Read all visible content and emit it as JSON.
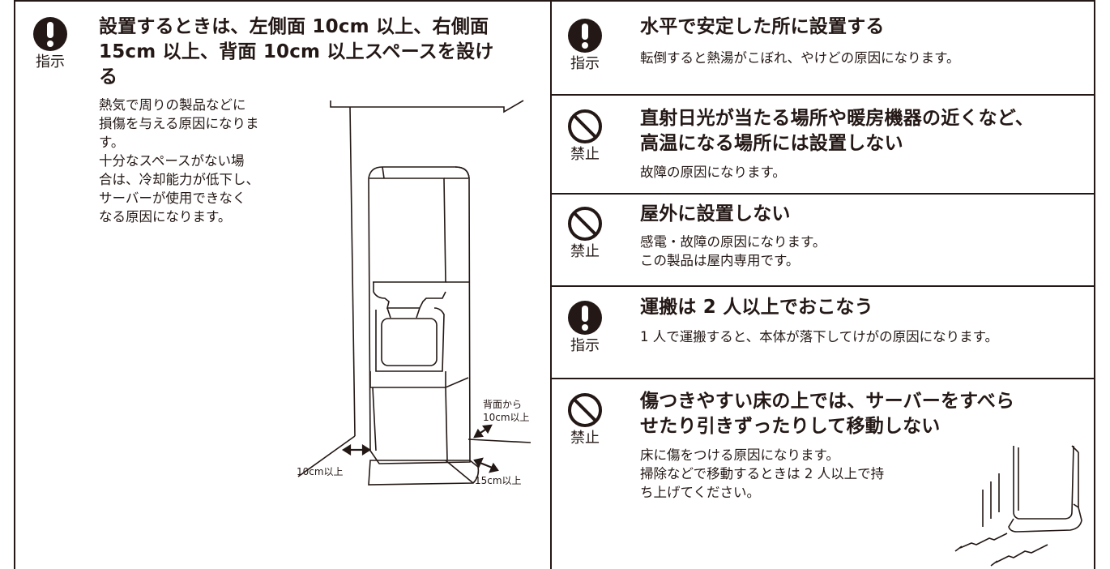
{
  "left": {
    "icon_caption": "指示",
    "title_lines": [
      "設置するときは、左側面 10cm 以上、右側面",
      "15cm 以上、背面 10cm 以上スペースを設け",
      "る"
    ],
    "desc_lines": [
      "熱気で周りの製品などに",
      "損傷を与える原因になりま",
      "す。",
      "十分なスペースがない場",
      "合は、冷却能力が低下し、",
      "サーバーが使用できなく",
      "なる原因になります。"
    ],
    "illustration": {
      "label_back": [
        "背面から",
        "10cm以上"
      ],
      "label_left": "10cm以上",
      "label_right": "15cm以上"
    }
  },
  "sections": [
    {
      "icon": "mandatory-instruction-icon",
      "icon_caption": "指示",
      "title_lines": [
        "水平で安定した所に設置する"
      ],
      "desc_lines": [
        "転倒すると熱湯がこぼれ、やけどの原因になります。"
      ]
    },
    {
      "icon": "prohibition-icon",
      "icon_caption": "禁止",
      "title_lines": [
        "直射日光が当たる場所や暖房機器の近くなど、",
        "高温になる場所には設置しない"
      ],
      "desc_lines": [
        "故障の原因になります。"
      ]
    },
    {
      "icon": "prohibition-icon",
      "icon_caption": "禁止",
      "title_lines": [
        "屋外に設置しない"
      ],
      "desc_lines": [
        "感電・故障の原因になります。",
        "この製品は屋内専用です。"
      ]
    },
    {
      "icon": "mandatory-instruction-icon",
      "icon_caption": "指示",
      "title_lines": [
        "運搬は 2 人以上でおこなう"
      ],
      "desc_lines": [
        "1 人で運搬すると、本体が落下してけがの原因になります。"
      ]
    },
    {
      "icon": "prohibition-icon",
      "icon_caption": "禁止",
      "title_lines": [
        "傷つきやすい床の上では、サーバーをすべら",
        "せたり引きずったりして移動しない"
      ],
      "desc_lines": [
        "床に傷をつける原因になります。",
        "掃除などで移動するときは 2 人以上で持",
        "ち上げてください。"
      ]
    }
  ]
}
